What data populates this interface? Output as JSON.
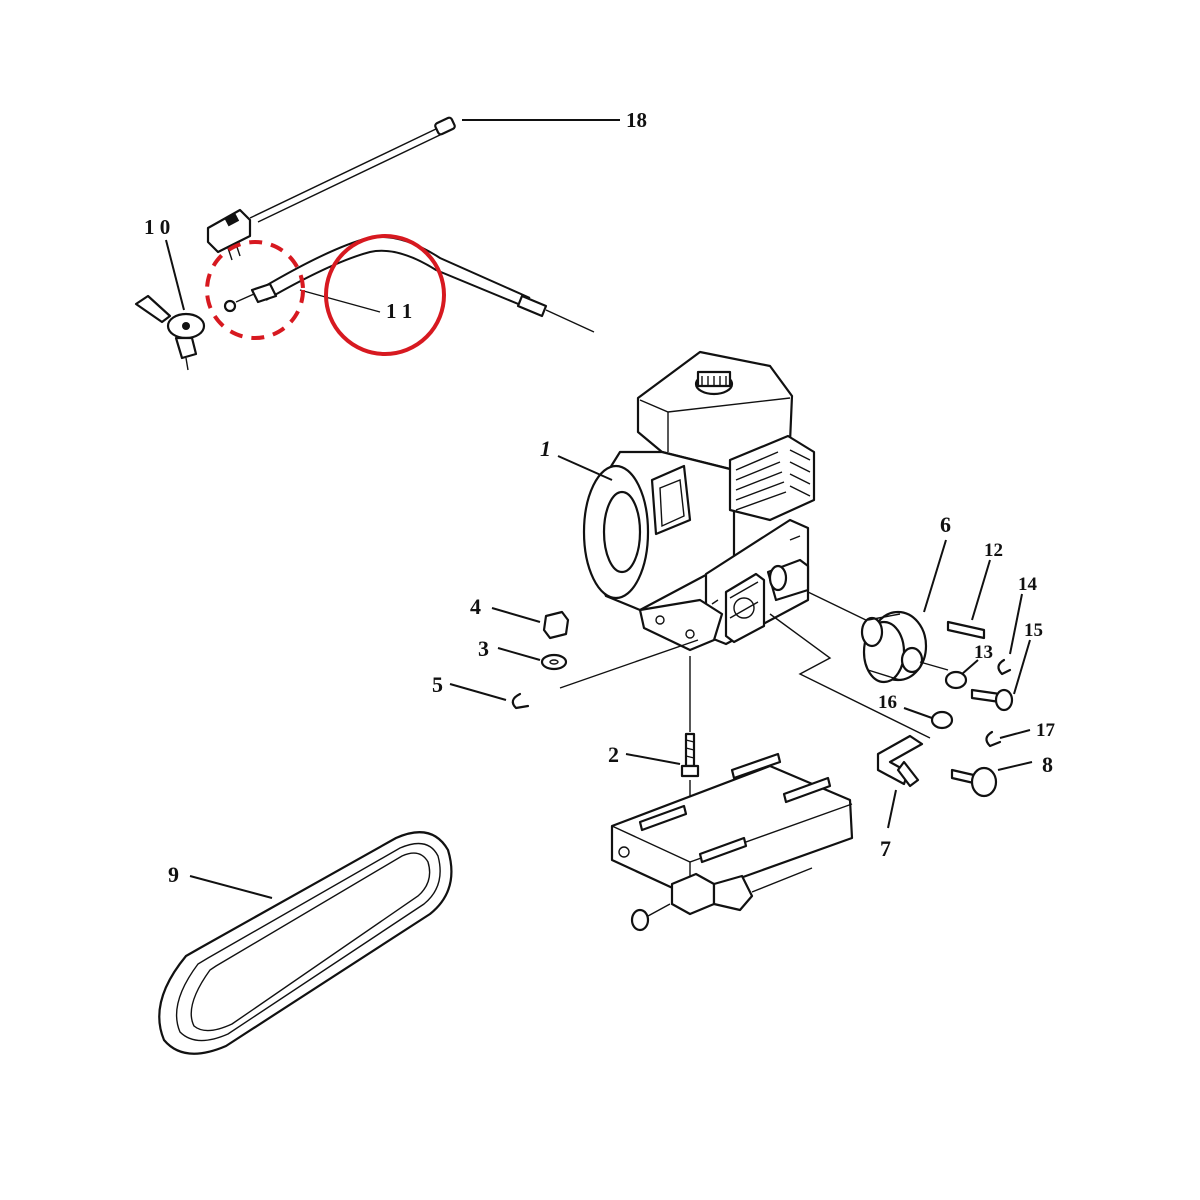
{
  "callouts": [
    {
      "id": "1",
      "text": "1"
    },
    {
      "id": "2",
      "text": "2"
    },
    {
      "id": "3",
      "text": "3"
    },
    {
      "id": "4",
      "text": "4"
    },
    {
      "id": "5",
      "text": "5"
    },
    {
      "id": "6",
      "text": "6"
    },
    {
      "id": "7",
      "text": "7"
    },
    {
      "id": "8",
      "text": "8"
    },
    {
      "id": "9",
      "text": "9"
    },
    {
      "id": "10",
      "text": "1 0"
    },
    {
      "id": "11",
      "text": "1 1"
    },
    {
      "id": "12",
      "text": "12"
    },
    {
      "id": "13",
      "text": "13"
    },
    {
      "id": "14",
      "text": "14"
    },
    {
      "id": "15",
      "text": "15"
    },
    {
      "id": "16",
      "text": "16"
    },
    {
      "id": "17",
      "text": "17"
    },
    {
      "id": "18",
      "text": "18"
    }
  ],
  "highlight_color": "#d71920",
  "line_color": "#111111"
}
